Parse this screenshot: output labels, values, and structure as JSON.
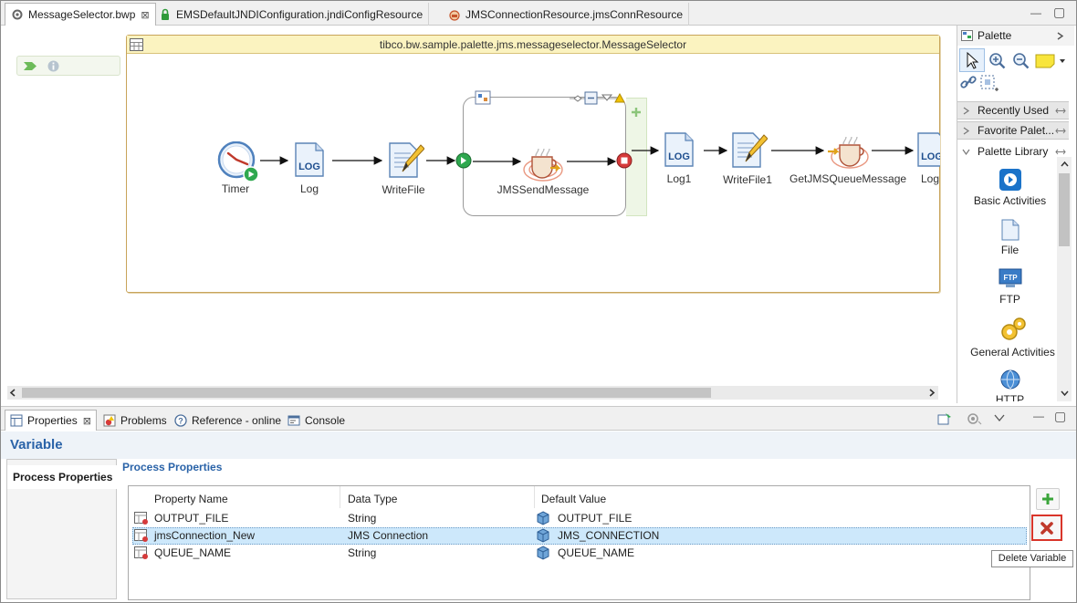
{
  "editor_tabs": [
    {
      "label": "MessageSelector.bwp",
      "icon": "gear-icon",
      "active": true,
      "close": "⊠"
    },
    {
      "label": "EMSDefaultJNDIConfiguration.jndiConfigResource",
      "icon": "lock-icon",
      "active": false
    },
    {
      "label": "JMSConnectionResource.jmsConnResource",
      "icon": "resource-icon",
      "active": false
    }
  ],
  "window_buttons": {
    "minimize": "—",
    "maximize": "▢"
  },
  "process": {
    "title": "tibco.bw.sample.palette.jms.messageselector.MessageSelector",
    "nodes": [
      {
        "label": "Timer",
        "icon": "timer-icon"
      },
      {
        "label": "Log",
        "icon": "log-icon"
      },
      {
        "label": "WriteFile",
        "icon": "write-file-icon"
      },
      {
        "label": "JMSSendMessage",
        "icon": "jms-send-icon"
      },
      {
        "label": "Log1",
        "icon": "log-icon"
      },
      {
        "label": "WriteFile1",
        "icon": "write-file-icon"
      },
      {
        "label": "GetJMSQueueMessage",
        "icon": "jms-queue-icon"
      },
      {
        "label": "Log",
        "icon": "log-icon"
      }
    ],
    "log_badge": "LOG",
    "group_plus": "+"
  },
  "palette": {
    "title": "Palette",
    "drawers": [
      "Recently Used",
      "Favorite Palet..."
    ],
    "library_title": "Palette Library",
    "items": [
      {
        "label": "Basic Activities",
        "icon": "basic-activities-icon"
      },
      {
        "label": "File",
        "icon": "file-icon"
      },
      {
        "label": "FTP",
        "icon": "ftp-icon"
      },
      {
        "label": "General Activities",
        "icon": "general-activities-icon"
      },
      {
        "label": "HTTP",
        "icon": "http-icon"
      }
    ],
    "ftp_badge": "FTP"
  },
  "view_tabs": [
    {
      "label": "Properties",
      "active": true,
      "close": "⊠"
    },
    {
      "label": "Problems",
      "active": false
    },
    {
      "label": "Reference - online",
      "active": false
    },
    {
      "label": "Console",
      "active": false
    }
  ],
  "variable_panel": {
    "title": "Variable",
    "side_tab": "Process Properties",
    "section_title": "Process Properties",
    "columns": [
      "Property Name",
      "Data Type",
      "Default Value"
    ],
    "rows": [
      {
        "name": "OUTPUT_FILE",
        "type": "String",
        "default": "OUTPUT_FILE",
        "selected": false
      },
      {
        "name": "jmsConnection_New",
        "type": "JMS Connection",
        "default": "JMS_CONNECTION",
        "selected": true
      },
      {
        "name": "QUEUE_NAME",
        "type": "String",
        "default": "QUEUE_NAME",
        "selected": false
      }
    ],
    "add_button_label": "+",
    "delete_tooltip": "Delete Variable"
  },
  "colors": {
    "accent_blue": "#2a63a8",
    "process_title_bg": "#fbf3c0",
    "selection": "#cde8fb",
    "delete_red": "#d9352a",
    "add_green": "#3aa53a"
  }
}
